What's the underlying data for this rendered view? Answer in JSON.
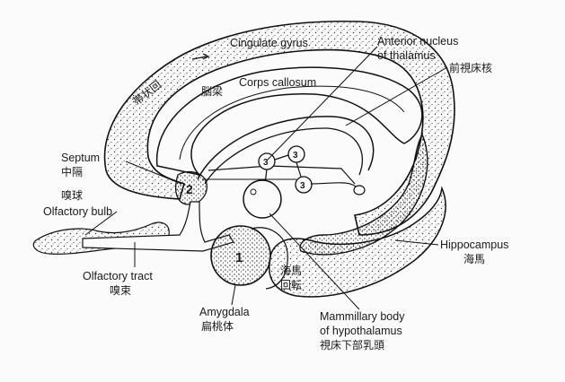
{
  "labels": {
    "cingulate_gyrus": "Cingulate gyrus",
    "cingulate_gyrus_jp": "帯状回",
    "corps_callosum": "Corps callosum",
    "corps_callosum_jp": "脳梁",
    "anterior_nucleus_line1": "Anterior nucleus",
    "anterior_nucleus_line2": "of thalamus",
    "anterior_nucleus_jp": "前視床核",
    "septum": "Septum",
    "septum_jp": "中隔",
    "olfactory_bulb_jp": "嗅球",
    "olfactory_bulb": "Olfactory bulb",
    "olfactory_tract": "Olfactory tract",
    "olfactory_tract_jp": "嗅束",
    "amygdala": "Amygdala",
    "amygdala_jp": "扁桃体",
    "parahippocampal_jp_line1": "海馬",
    "parahippocampal_jp_line2": "回転",
    "hippocampus": "Hippocampus",
    "hippocampus_jp": "海馬",
    "mammillary_line1": "Mammillary body",
    "mammillary_line2": "of hypothalamus",
    "mammillary_jp": "視床下部乳頭"
  },
  "markers": {
    "one": "1",
    "two": "2",
    "three": "3"
  }
}
